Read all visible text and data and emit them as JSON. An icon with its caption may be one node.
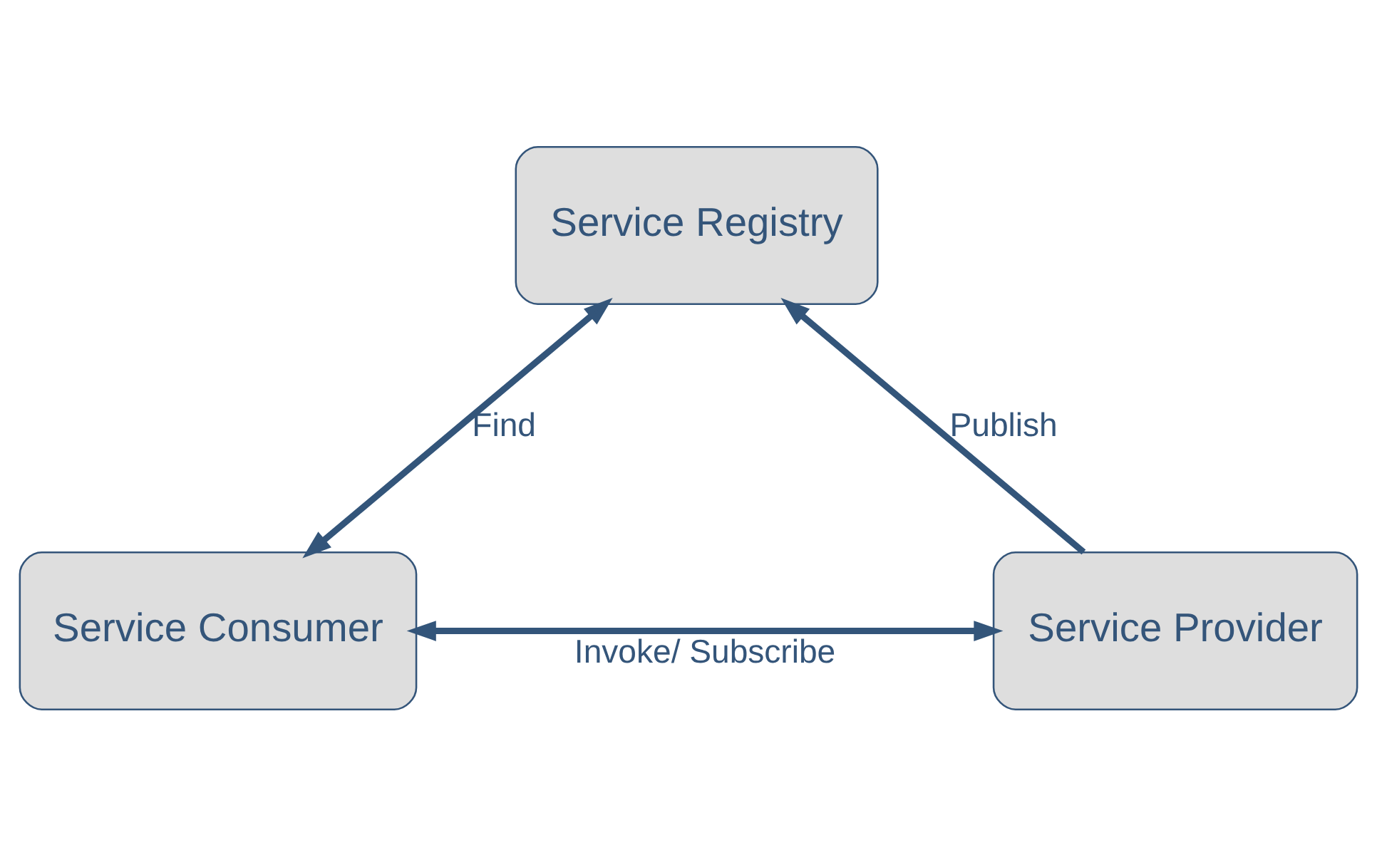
{
  "diagram": {
    "nodes": [
      {
        "text": [
          "Service Registry"
        ]
      },
      {
        "text": [
          "Service Consumer"
        ]
      },
      {
        "text": [
          "Service Provider"
        ]
      }
    ],
    "edges": [
      {
        "from": 1,
        "to": 0,
        "arrow": "both",
        "label": "Find"
      },
      {
        "from": 2,
        "to": 0,
        "arrow": "to",
        "label": "Publish"
      },
      {
        "from": 1,
        "to": 2,
        "arrow": "both",
        "label": "Invoke/ Subscribe"
      }
    ]
  }
}
